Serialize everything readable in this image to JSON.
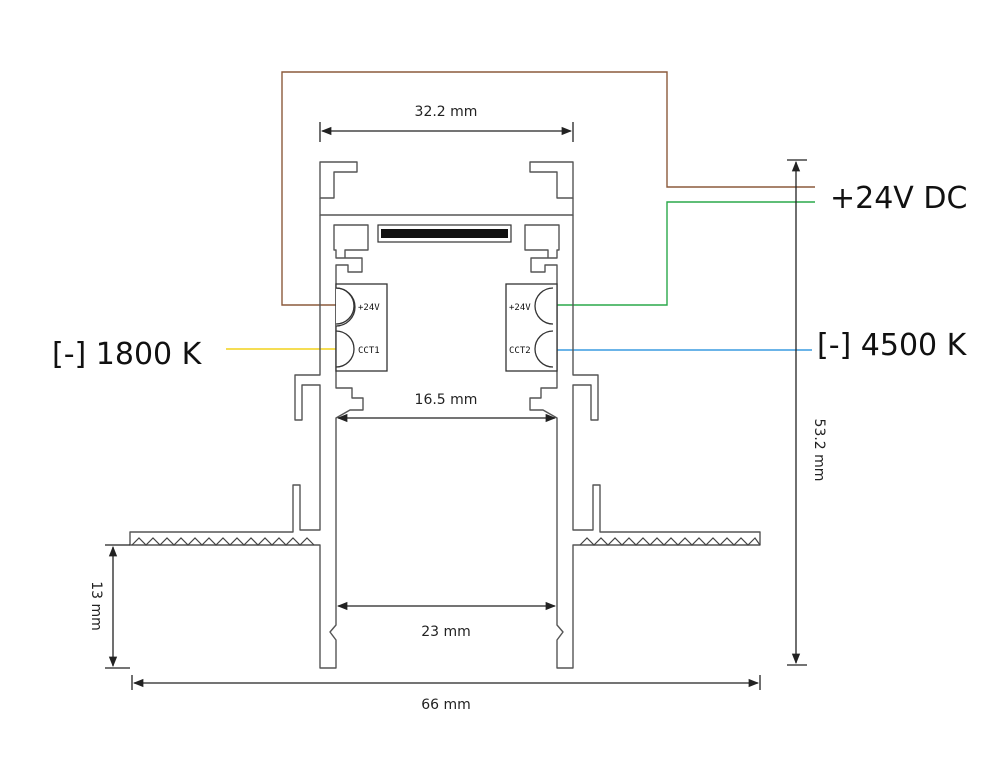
{
  "dimensions": {
    "top_width": "32.2 mm",
    "inner_width": "16.5 mm",
    "bottom_inner_width": "23 mm",
    "total_width": "66 mm",
    "flange_height": "13 mm",
    "total_height": "53.2 mm"
  },
  "labels": {
    "supply": "+24V DC",
    "left_channel": "[-] 1800 K",
    "right_channel": "[-] 4500 K"
  },
  "connectors": {
    "left": {
      "pin_top": "+24V",
      "pin_bottom": "CCT1"
    },
    "right": {
      "pin_top": "+24V",
      "pin_bottom": "CCT2"
    }
  },
  "wire_colors": {
    "supply_brown": "#8b5a3c",
    "supply_green": "#2aa84a",
    "channel_1800k_yellow": "#f2d21b",
    "channel_4500k_blue": "#3a9be0"
  }
}
